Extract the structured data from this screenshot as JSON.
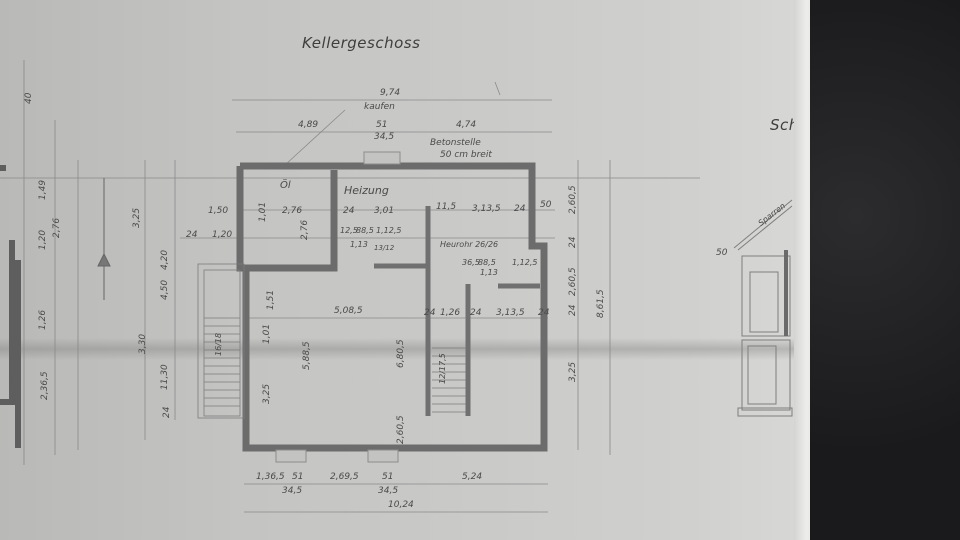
{
  "drawing": {
    "title": "Kellergeschoss",
    "side_title": "Sch",
    "colors": {
      "paper": "#c6c6c4",
      "ink": "#555555",
      "wall": "#6e6e6e",
      "surface": "#1e1e20"
    }
  },
  "rooms": [
    {
      "id": "oel",
      "label": "Öl"
    },
    {
      "id": "heizung",
      "label": "Heizung"
    }
  ],
  "notes": {
    "top_scribble": "kaufen",
    "right_scribble_1": "Betonstelle",
    "right_scribble_2": "50 cm breit",
    "flue": "Heurohr 26/26",
    "roof": "Sparren"
  },
  "dimensions": {
    "top": [
      "9,74",
      "4,89",
      "51",
      "34,5",
      "4,74"
    ],
    "interior_row1": [
      "1,50",
      "2,76",
      "24",
      "3,01",
      "11,5",
      "3,13,5",
      "24",
      "50"
    ],
    "interior_row2": [
      "24",
      "1,20",
      "12,5",
      "88,5",
      "1,12,5",
      "1,13",
      "13/12",
      "36,5",
      "88,5",
      "1,12,5",
      "1,13"
    ],
    "interior_mid": [
      "5,08,5",
      "24",
      "1,26",
      "24",
      "3,13,5",
      "24"
    ],
    "bottom": [
      "1,36,5",
      "51",
      "34,5",
      "2,69,5",
      "51",
      "34,5",
      "5,24"
    ],
    "bottom_total": "10,24",
    "vertical_left": [
      "40",
      "1,20",
      "1,49",
      "1,26",
      "2,76",
      "2,36,5",
      "3,25",
      "4,50",
      "11,30",
      "3,30",
      "24",
      "4,20"
    ],
    "vertical_interior": [
      "1,01",
      "1,51",
      "2,76",
      "5,88,5",
      "6,80,5",
      "1,01",
      "3,25",
      "2,60,5"
    ],
    "vertical_right": [
      "2,60,5",
      "24",
      "2,60,5",
      "24",
      "8,61,5",
      "3,25"
    ],
    "stairs": [
      "16/18",
      "12/17,5"
    ],
    "side_elevation": "50"
  }
}
